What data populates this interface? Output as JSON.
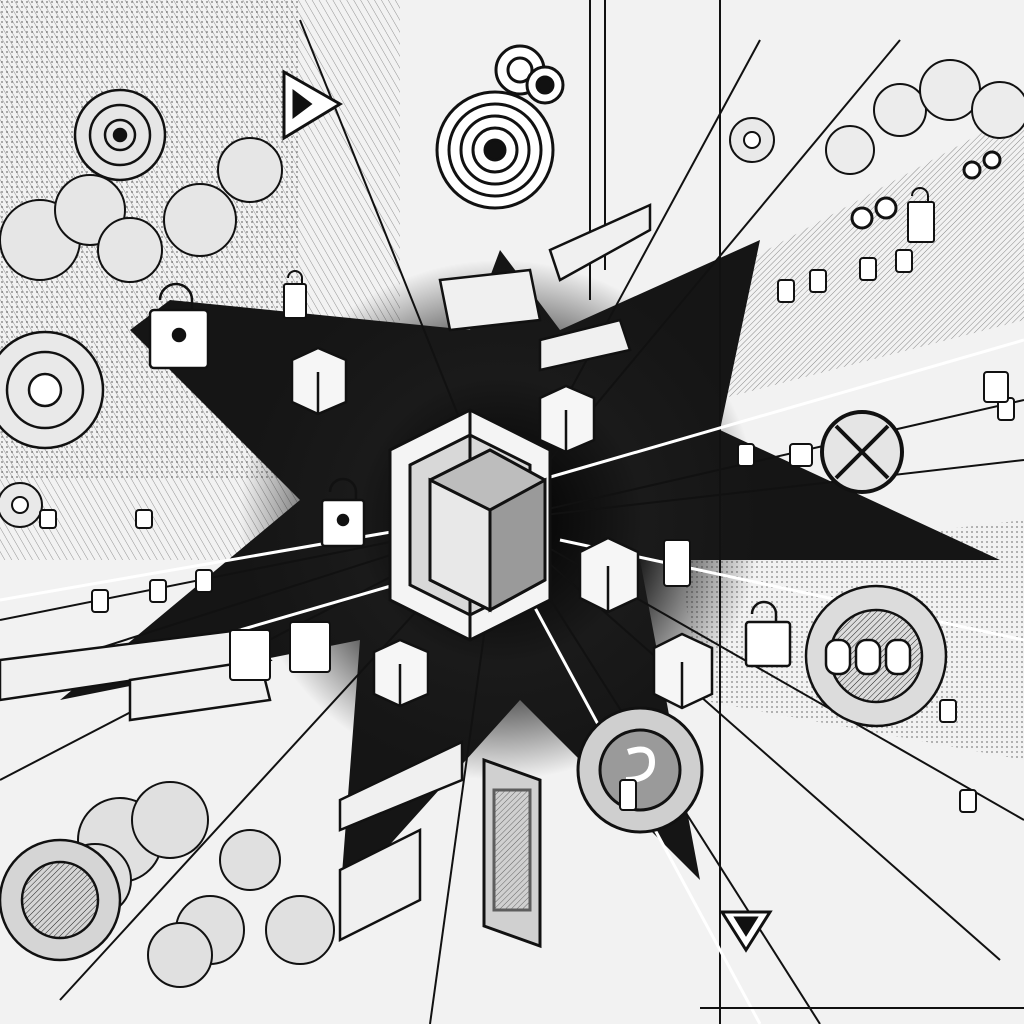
{
  "artwork": {
    "style": "monochrome pen-and-ink illustration",
    "subject_elements": [
      "central-cube",
      "padlock-icon",
      "block-icon",
      "data-stream-line",
      "cloud-cluster",
      "gear-icon",
      "spiral-eye",
      "hexagon-scaffold",
      "triangle-warning-icon",
      "circle-x-icon",
      "door-panel",
      "conveyor-chute"
    ],
    "colors": {
      "paper": "#f2f2f2",
      "ink": "#111111",
      "shade": "#6e6e6e",
      "highlight": "#ffffff"
    }
  }
}
